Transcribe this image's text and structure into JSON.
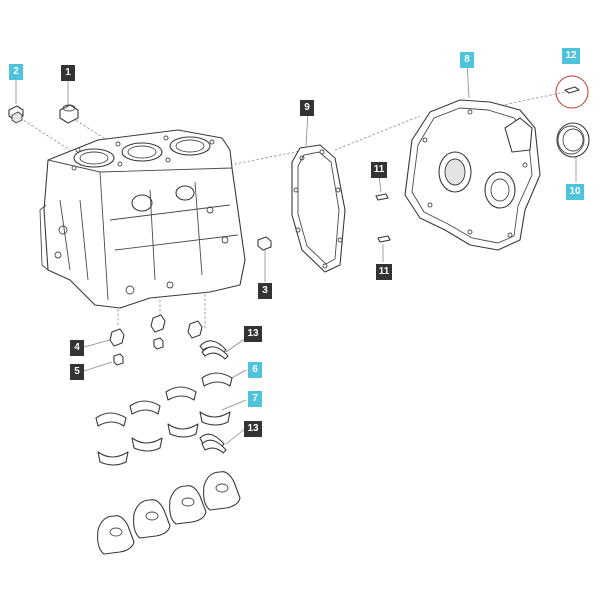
{
  "colors": {
    "callout_dark": "#333333",
    "callout_blue": "#4fc3dc",
    "highlight_circle": "#c0392b"
  },
  "callouts": [
    {
      "id": "1",
      "style": "dark"
    },
    {
      "id": "2",
      "style": "blue"
    },
    {
      "id": "3",
      "style": "dark"
    },
    {
      "id": "4",
      "style": "dark"
    },
    {
      "id": "5",
      "style": "dark"
    },
    {
      "id": "6",
      "style": "blue"
    },
    {
      "id": "7",
      "style": "blue"
    },
    {
      "id": "8",
      "style": "blue"
    },
    {
      "id": "9",
      "style": "dark"
    },
    {
      "id": "10",
      "style": "blue"
    },
    {
      "id": "11",
      "style": "dark"
    },
    {
      "id": "11",
      "style": "dark"
    },
    {
      "id": "12",
      "style": "blue"
    },
    {
      "id": "13",
      "style": "dark"
    },
    {
      "id": "13",
      "style": "dark"
    }
  ]
}
